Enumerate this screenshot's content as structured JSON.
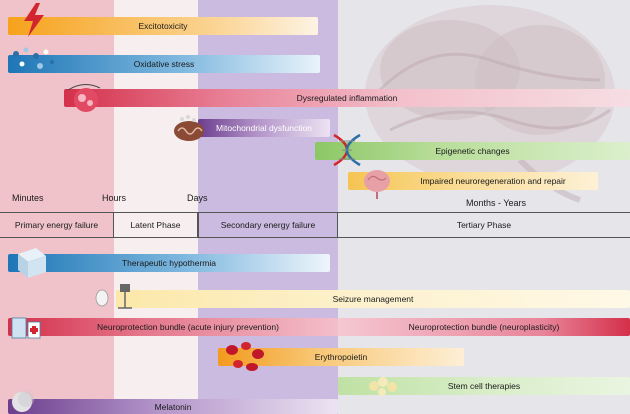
{
  "time_axis": {
    "minutes": "Minutes",
    "hours": "Hours",
    "days": "Days",
    "months_years": "Months - Years"
  },
  "phases": {
    "primary": "Primary energy failure",
    "latent": "Latent Phase",
    "secondary": "Secondary energy failure",
    "tertiary": "Tertiary Phase"
  },
  "mechanisms": {
    "excitotoxicity": "Excitotoxicity",
    "oxidative_stress": "Oxidative stress",
    "dysregulated_inflammation": "Dysregulated inflammation",
    "mitochondrial_dysfunction": "Mitochondrial dysfunction",
    "epigenetic_changes": "Epigenetic changes",
    "impaired_neuroregeneration": "Impaired neuroregeneration and repair"
  },
  "therapies": {
    "hypothermia": "Therapeutic hypothermia",
    "seizure": "Seizure management",
    "bundle_acute": "Neuroprotection bundle (acute injury prevention)",
    "bundle_plasticity": "Neuroprotection bundle (neuroplasticity)",
    "erythropoietin": "Erythropoietin",
    "stem_cell": "Stem cell therapies",
    "melatonin": "Melatonin"
  },
  "colors": {
    "primary_phase_bg": "#efc3c9",
    "latent_phase_bg": "#f7eef0",
    "secondary_phase_bg": "#cbbbe0",
    "tertiary_phase_bg": "#eaeaee"
  }
}
